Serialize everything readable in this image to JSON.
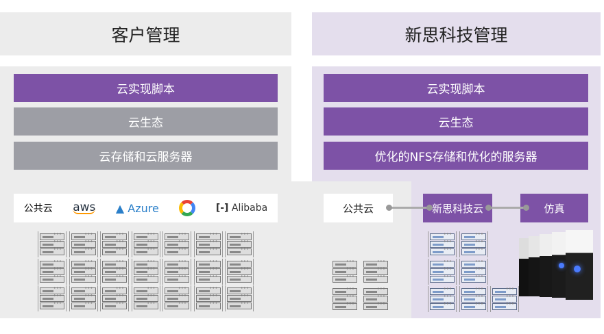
{
  "left": {
    "title": "客户管理",
    "bars": [
      "云实现脚本",
      "云生态",
      "云存储和云服务器"
    ],
    "logos": {
      "public_cloud": "公共云",
      "aws": "aws",
      "azure": "Azure",
      "google": "google-cloud-logo",
      "alibaba": "Alibaba"
    }
  },
  "right": {
    "title": "新思科技管理",
    "bars": [
      "云实现脚本",
      "云生态",
      "优化的NFS存储和优化的服务器"
    ],
    "nodes": {
      "public_cloud": "公共云",
      "synopsys_cloud": "新思科技云",
      "simulation": "仿真"
    }
  },
  "colors": {
    "purple": "#7d52a6",
    "gray": "#9d9ea5",
    "lavender": "#e4deed",
    "light_gray": "#ececec"
  }
}
